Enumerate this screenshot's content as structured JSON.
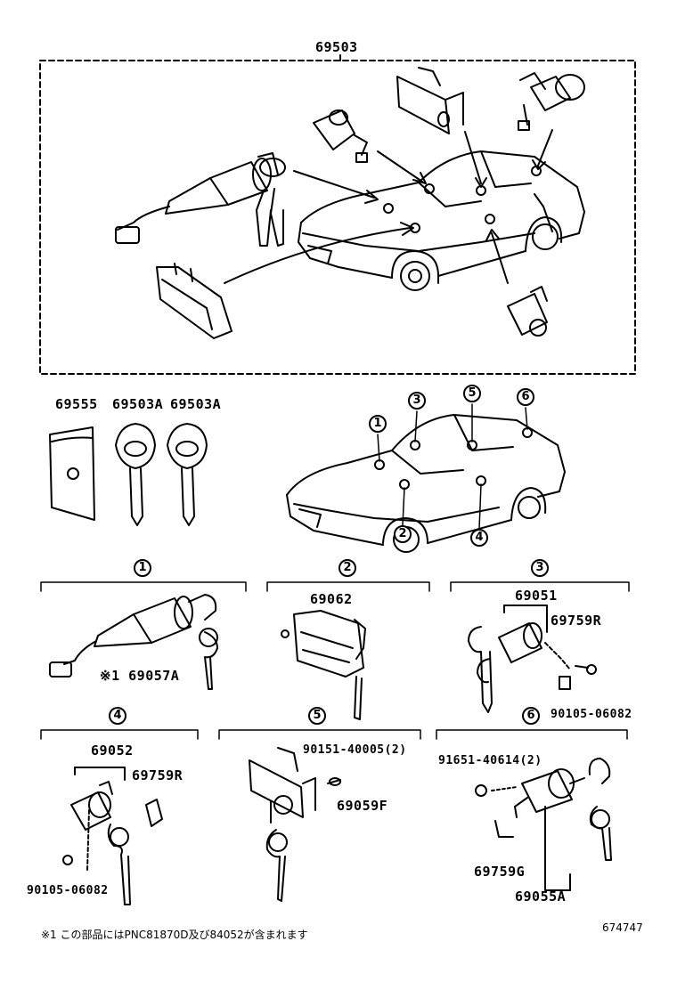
{
  "diagram": {
    "main_assembly": "69503",
    "parts": {
      "p69555": "69555",
      "p69503A_1": "69503A",
      "p69503A_2": "69503A",
      "p69062": "69062",
      "p69051": "69051",
      "p69759R_a": "69759R",
      "p90105_a": "90105-06082",
      "p69057A": "※1 69057A",
      "p69052": "69052",
      "p69759R_b": "69759R",
      "p90105_b": "90105-06082",
      "p90151": "90151-40005(2)",
      "p69059F": "69059F",
      "p91651": "91651-40614(2)",
      "p69759G": "69759G",
      "p69055A": "69055A"
    },
    "locations": [
      "1",
      "2",
      "3",
      "4",
      "5",
      "6"
    ],
    "footnote": "※1 この部品にはPNC81870D及び84052が含まれます",
    "diagram_id": "674747"
  }
}
